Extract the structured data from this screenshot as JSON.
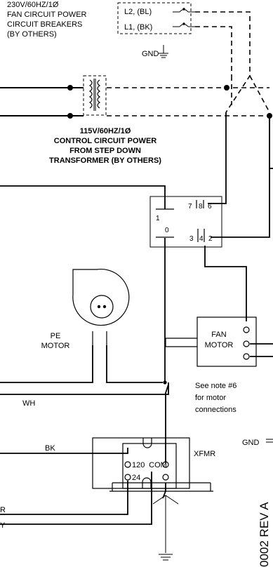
{
  "power_supply": {
    "line1": "230V/60HZ/1Ø",
    "line2": "FAN CIRCUIT POWER",
    "line3": "CIRCUIT BREAKERS",
    "line4": "(BY OTHERS)",
    "l2_label": "L2, (BL)",
    "l1_label": "L1, (BK)",
    "gnd_label": "GND"
  },
  "control_power": {
    "line1": "115V/60HZ/1Ø",
    "line2": "CONTROL CIRCUIT POWER",
    "line3": "FROM STEP DOWN",
    "line4": "TRANSFORMER (BY OTHERS)"
  },
  "relay": {
    "pin1": "1",
    "pin0": "0",
    "pin7": "7",
    "pin8": "8",
    "pin6": "6",
    "pin3": "3",
    "pin4": "4",
    "pin2": "2"
  },
  "pe_motor": {
    "line1": "PE",
    "line2": "MOTOR"
  },
  "fan_motor": {
    "line1": "FAN",
    "line2": "MOTOR"
  },
  "note": {
    "line1": "See note #6",
    "line2": "for motor",
    "line3": "connections"
  },
  "wires": {
    "wh": "WH",
    "bk": "BK",
    "r": "R",
    "y": "Y"
  },
  "gnd_right": "GND",
  "xfmr": {
    "label": "XFMR",
    "t120": "120",
    "com": "COM",
    "t24": "24"
  },
  "doc_id": "0002  REV A"
}
